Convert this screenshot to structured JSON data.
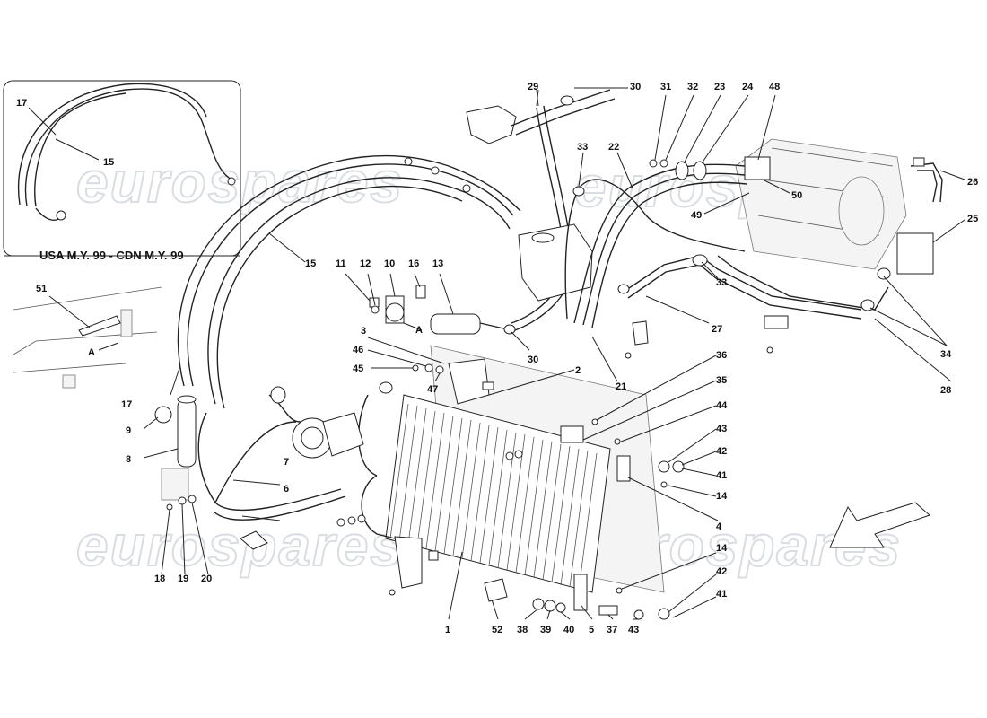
{
  "watermark": {
    "text": "eurospares"
  },
  "inset": {
    "title": "USA M.Y. 99 - CDN M.Y. 99",
    "labels": [
      "17",
      "15"
    ]
  },
  "detail_view": {
    "label_51": "51",
    "label_A": "A"
  },
  "callouts": {
    "c1": "1",
    "c2": "2",
    "c3": "3",
    "c4": "4",
    "c5": "5",
    "c6": "6",
    "c7": "7",
    "c8": "8",
    "c9": "9",
    "c10": "10",
    "c11": "11",
    "c12": "12",
    "c13": "13",
    "c14a": "14",
    "c14b": "14",
    "c15": "15",
    "c16": "16",
    "c17": "17",
    "c18": "18",
    "c19": "19",
    "c20": "20",
    "c21": "21",
    "c22": "22",
    "c23": "23",
    "c24": "24",
    "c25": "25",
    "c26": "26",
    "c27": "27",
    "c28": "28",
    "c29": "29",
    "c30a": "30",
    "c30b": "30",
    "c31": "31",
    "c32": "32",
    "c33a": "33",
    "c33b": "33",
    "c34": "34",
    "c35": "35",
    "c36": "36",
    "c37": "37",
    "c38": "38",
    "c39": "39",
    "c40": "40",
    "c41a": "41",
    "c41b": "41",
    "c42a": "42",
    "c42b": "42",
    "c43a": "43",
    "c43b": "43",
    "c44": "44",
    "c45": "45",
    "c46": "46",
    "c47": "47",
    "c48": "48",
    "c49": "49",
    "c50": "50",
    "c52": "52",
    "cA": "A"
  }
}
